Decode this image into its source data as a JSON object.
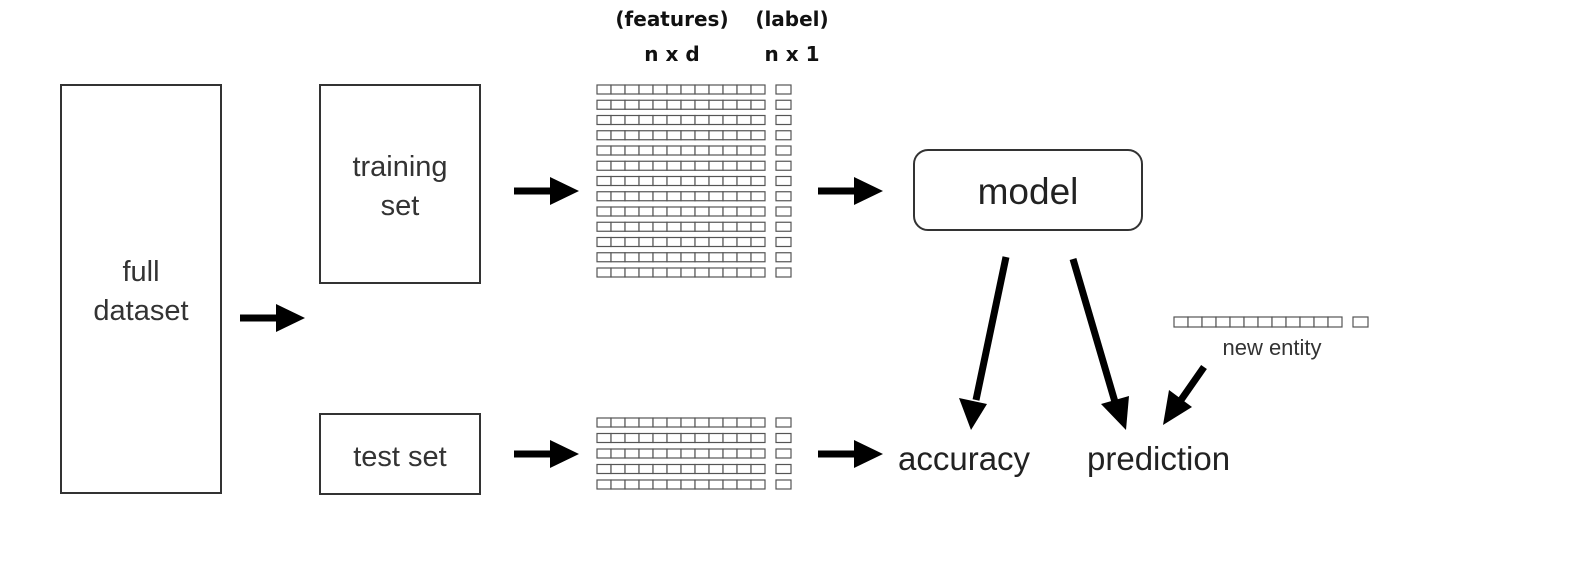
{
  "boxes": {
    "full_dataset": [
      "full",
      "dataset"
    ],
    "training_set": [
      "training",
      "set"
    ],
    "test_set": [
      "test set"
    ],
    "model": "model"
  },
  "headers": {
    "features_title": "(features)",
    "features_dims": "n x d",
    "label_title": "(label)",
    "label_dims": "n x 1"
  },
  "outputs": {
    "accuracy": "accuracy",
    "prediction": "prediction",
    "new_entity": "new entity"
  },
  "matrices": {
    "training": {
      "rows": 13,
      "feature_cols": 12
    },
    "test": {
      "rows": 5,
      "feature_cols": 12
    },
    "new_entity": {
      "rows": 1,
      "feature_cols": 12
    }
  },
  "colors": {
    "stroke": "#333333",
    "arrow": "#000000",
    "text": "#333333"
  }
}
